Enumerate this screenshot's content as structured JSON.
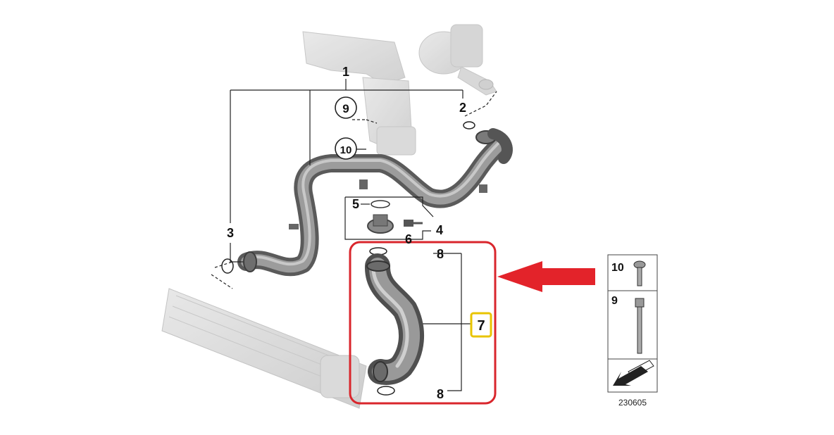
{
  "diagram": {
    "callouts": {
      "c1": "1",
      "c2": "2",
      "c3": "3",
      "c4": "4",
      "c5": "5",
      "c6": "6",
      "c7": "7",
      "c8_top": "8",
      "c8_bottom": "8",
      "c9": "9",
      "c10": "10"
    },
    "legend": {
      "item10": "10",
      "item9": "9"
    },
    "drawing_number": "230605",
    "colors": {
      "highlight_box": "#d9262c",
      "arrow": "#e3232a",
      "callout_highlight": "#e8c400",
      "part_gray": "#8a8a8a",
      "ghost_gray": "#d8d8d8"
    }
  }
}
